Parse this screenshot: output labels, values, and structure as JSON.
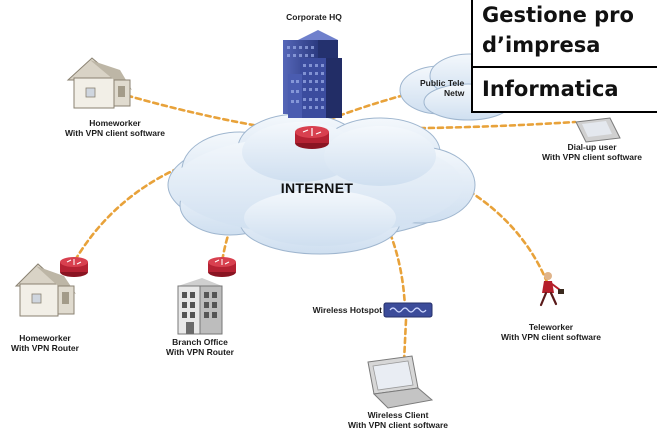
{
  "diagram": {
    "internet_label": "INTERNET",
    "nodes": {
      "corporate_hq": "Corporate HQ",
      "homeworker_top": [
        "Homeworker",
        "With VPN client software"
      ],
      "homeworker_router": [
        "Homeworker",
        "With VPN Router"
      ],
      "branch_office": [
        "Branch Office",
        "With VPN Router"
      ],
      "wireless_hotspot": "Wireless Hotspot",
      "wireless_client": [
        "Wireless Client",
        "With VPN client software"
      ],
      "teleworker": [
        "Teleworker",
        "With VPN client software"
      ],
      "dialup_user": [
        "Dial-up user",
        "With VPN client software"
      ],
      "public_network": [
        "Public Tele",
        "Netw"
      ]
    },
    "colors": {
      "link": "#e8a23a",
      "cloud": "#dfeaf6",
      "router": "#c8283a",
      "building": "#3d4d9a"
    }
  },
  "title_box": {
    "line1": "Gestione pro",
    "line2": "d’impresa",
    "line3": "Informatica"
  }
}
